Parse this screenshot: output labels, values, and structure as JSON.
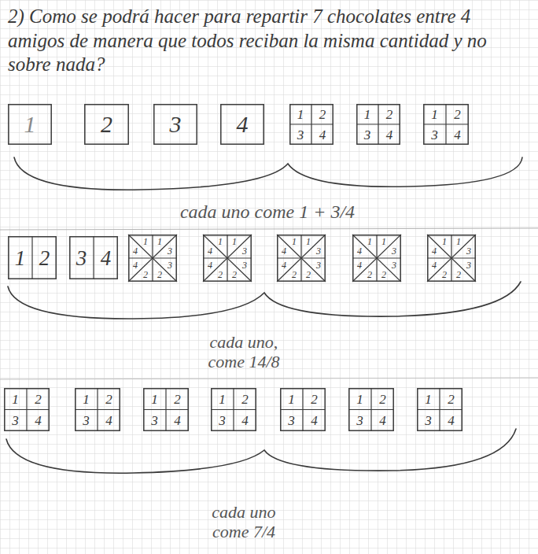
{
  "diagram": {
    "title": "2) Como se podrá hacer para repartir 7 chocolates entre 4 amigos de manera que todos reciban la misma cantidad y no sobre nada?",
    "nodes": [
      {
        "text": [
          "1"
        ]
      },
      {
        "text": [
          "2"
        ]
      },
      {
        "text": [
          "3"
        ]
      },
      {
        "text": [
          "4"
        ]
      },
      {
        "text": [
          "1",
          "2",
          "3",
          "4"
        ]
      },
      {
        "text": [
          "1",
          "2",
          "3",
          "4"
        ]
      },
      {
        "text": [
          "1",
          "2",
          "3",
          "4"
        ]
      },
      {
        "text": [
          "1",
          "2"
        ]
      },
      {
        "text": [
          "3",
          "4"
        ]
      },
      {
        "text": [
          "1",
          "1",
          "3",
          "3",
          "2",
          "2",
          "4",
          "4"
        ]
      },
      {
        "text": [
          "1",
          "1",
          "3",
          "3",
          "2",
          "2",
          "4",
          "4"
        ]
      },
      {
        "text": [
          "1",
          "1",
          "3",
          "3",
          "2",
          "2",
          "4",
          "4"
        ]
      },
      {
        "text": [
          "1",
          "1",
          "3",
          "3",
          "2",
          "2",
          "4",
          "4"
        ]
      },
      {
        "text": [
          "1",
          "1",
          "3",
          "3",
          "2",
          "2",
          "4",
          "4"
        ]
      },
      {
        "text": [
          "1",
          "2",
          "3",
          "4"
        ]
      },
      {
        "text": [
          "1",
          "2",
          "3",
          "4"
        ]
      },
      {
        "text": [
          "1",
          "2",
          "3",
          "4"
        ]
      },
      {
        "text": [
          "1",
          "2",
          "3",
          "4"
        ]
      },
      {
        "text": [
          "1",
          "2",
          "3",
          "4"
        ]
      },
      {
        "text": [
          "1",
          "2",
          "3",
          "4"
        ]
      },
      {
        "text": [
          "1",
          "2",
          "3",
          "4"
        ]
      }
    ],
    "labels": [
      "cada uno come 1 + 3/4",
      "cada uno, come 14/8",
      "cada uno come 7/4"
    ]
  }
}
